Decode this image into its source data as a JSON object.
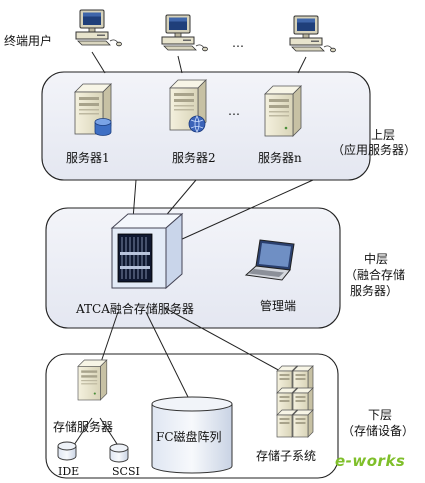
{
  "labels": {
    "end_users": "终端用户",
    "ellipsis": "…",
    "server1": "服务器1",
    "server2": "服务器2",
    "servern": "服务器n",
    "upper_tier": "上层",
    "upper_tier_sub": "（应用服务器）",
    "atca": "ATCA融合存储服务器",
    "mgmt": "管理端",
    "middle_tier": "中层",
    "middle_tier_sub1": "（融合存储",
    "middle_tier_sub2": "服务器）",
    "storage_server": "存储服务器",
    "fc_array": "FC磁盘阵列",
    "storage_subsystem": "存储子系统",
    "ide": "IDE",
    "scsi": "SCSI",
    "lower_tier": "下层",
    "lower_tier_sub": "（存储设备）"
  },
  "watermark": "e-works",
  "colors": {
    "panel_fill": "#eef0f7",
    "panel_stroke": "#222222",
    "server_body": "#e9e6cf",
    "server_shadow": "#b8b39a",
    "screen": "#1f3f7a",
    "cube_front": "#e3ebf7",
    "cube_top": "#f4f7fc",
    "cube_side": "#c9d5ea",
    "rack_dark": "#111a30"
  }
}
